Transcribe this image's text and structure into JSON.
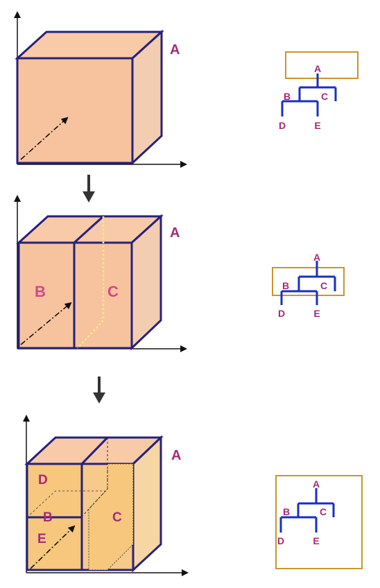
{
  "colors": {
    "front": "#f7c39e",
    "top": "#f8caa8",
    "side": "#f3cdb2",
    "front_yellow": "#f6c77c",
    "side_yellow": "#f5d6a4",
    "edge": "#26217a",
    "label": "#a8287a",
    "label_pink": "#d04a8a",
    "tree": "#1a2fc0",
    "box": "#c8962a",
    "axis": "#111111",
    "dash_yellow": "#f2ea8a"
  },
  "steps": [
    {
      "cube_labels": {
        "region": "A"
      },
      "tree": {
        "root": "A",
        "left": "B",
        "right": "C",
        "left_left": "D",
        "left_right": "E"
      }
    },
    {
      "cube_labels": {
        "region": "A",
        "left": "B",
        "right": "C"
      },
      "tree": {
        "root": "A",
        "left": "B",
        "right": "C",
        "left_left": "D",
        "left_right": "E"
      }
    },
    {
      "cube_labels": {
        "region": "A",
        "top": "D",
        "mid": "B",
        "bottom": "E",
        "right": "C"
      },
      "tree": {
        "root": "A",
        "left": "B",
        "right": "C",
        "left_left": "D",
        "left_right": "E"
      }
    }
  ]
}
